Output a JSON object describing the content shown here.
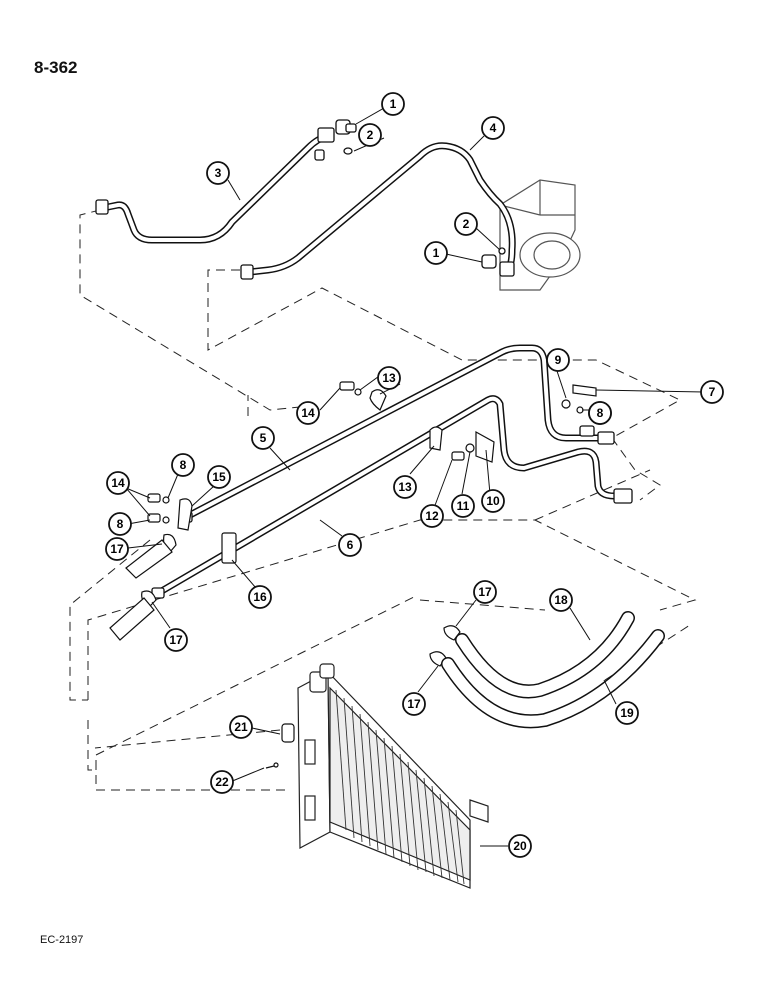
{
  "page_number": "8-362",
  "figure_code": "EC-2197",
  "callouts": [
    {
      "label": "1",
      "part": "elbow-fitting"
    },
    {
      "label": "2",
      "part": "o-ring"
    },
    {
      "label": "3",
      "part": "suction-line"
    },
    {
      "label": "4",
      "part": "discharge-line"
    },
    {
      "label": "2",
      "part": "o-ring"
    },
    {
      "label": "1",
      "part": "elbow-fitting"
    },
    {
      "label": "9",
      "part": "nut"
    },
    {
      "label": "8",
      "part": "washer"
    },
    {
      "label": "7",
      "part": "bracket"
    },
    {
      "label": "8",
      "part": "washer"
    },
    {
      "label": "13",
      "part": "clamp"
    },
    {
      "label": "14",
      "part": "bolt"
    },
    {
      "label": "5",
      "part": "upper-tube"
    },
    {
      "label": "13",
      "part": "clamp"
    },
    {
      "label": "12",
      "part": "bolt"
    },
    {
      "label": "11",
      "part": "washer"
    },
    {
      "label": "10",
      "part": "bracket"
    },
    {
      "label": "8",
      "part": "washer"
    },
    {
      "label": "15",
      "part": "clamp"
    },
    {
      "label": "14",
      "part": "bolt"
    },
    {
      "label": "8",
      "part": "washer"
    },
    {
      "label": "17",
      "part": "clamp"
    },
    {
      "label": "6",
      "part": "lower-tube"
    },
    {
      "label": "16",
      "part": "bracket"
    },
    {
      "label": "17",
      "part": "clamp"
    },
    {
      "label": "17",
      "part": "clamp"
    },
    {
      "label": "18",
      "part": "hose"
    },
    {
      "label": "17",
      "part": "clamp"
    },
    {
      "label": "19",
      "part": "hose"
    },
    {
      "label": "21",
      "part": "cap"
    },
    {
      "label": "22",
      "part": "valve-core"
    },
    {
      "label": "20",
      "part": "condenser"
    }
  ]
}
